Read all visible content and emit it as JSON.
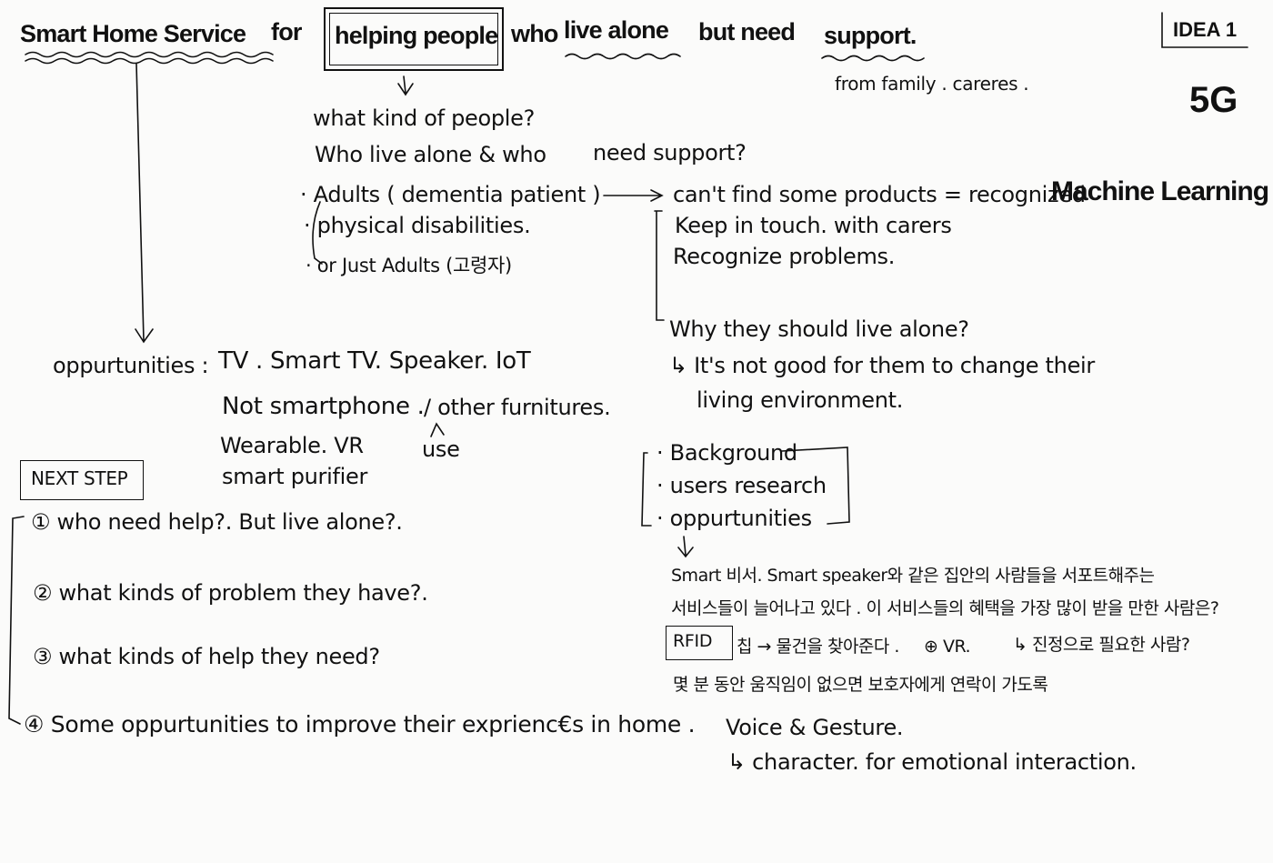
{
  "title": {
    "part1": "Smart Home Service",
    "part2": "for",
    "part3": "helping people",
    "part4": "who",
    "part5": "live alone",
    "part6": "but need",
    "part7": "support."
  },
  "tags": {
    "idea": "IDEA 1",
    "tech1": "5G",
    "tech2": "Machine Learning"
  },
  "support_note": "from family . careres .",
  "questions": {
    "q1": "what kind of people?",
    "q2": "Who live alone & who",
    "q2b": "need support?"
  },
  "people": {
    "p1": "· Adults ( dementia patient )",
    "p2": "· physical disabilities.",
    "p3": "· or Just Adults (고령자)"
  },
  "needs": {
    "n1": "can't find some products = recognized",
    "n2": "Keep in touch. with carers",
    "n3": "Recognize problems."
  },
  "why": {
    "q": "Why they should live alone?",
    "a1": "↳ It's not good for them to change their",
    "a2": "living environment."
  },
  "opportunities": {
    "label": "oppurtunities :",
    "l1": "TV . Smart TV. Speaker. IoT",
    "l2": "Not smartphone .",
    "l2b": "/ other furnitures.",
    "l3": "Wearable. VR",
    "l3b": "use",
    "l4": "smart purifier"
  },
  "next_step": {
    "label": "NEXT STEP",
    "s1": "① who need help?. But live alone?.",
    "s2": "② what kinds of problem they have?.",
    "s3": "③ what kinds of help they need?",
    "s4": "④ Some oppurtunities to improve their exprienc€s in home ."
  },
  "research": {
    "r1": "· Background",
    "r2": "· users research",
    "r3": "· oppurtunities"
  },
  "korean": {
    "k1": "Smart 비서. Smart speaker와 같은 집안의 사람들을 서포트해주는",
    "k2": "서비스들이 늘어나고 있다 . 이 서비스들의 혜택을 가장 많이 받을 만한 사람은?",
    "rfid": "RFID",
    "k3a": "칩 → 물건을 찾아준다 .",
    "k3b": "⊕ VR.",
    "k3c": "↳ 진정으로 필요한 사람?",
    "k4": "몇 분 동안 움직임이 없으면 보호자에게 연락이 가도록"
  },
  "voice": {
    "v1": "Voice & Gesture.",
    "v2": "↳ character. for emotional interaction."
  }
}
